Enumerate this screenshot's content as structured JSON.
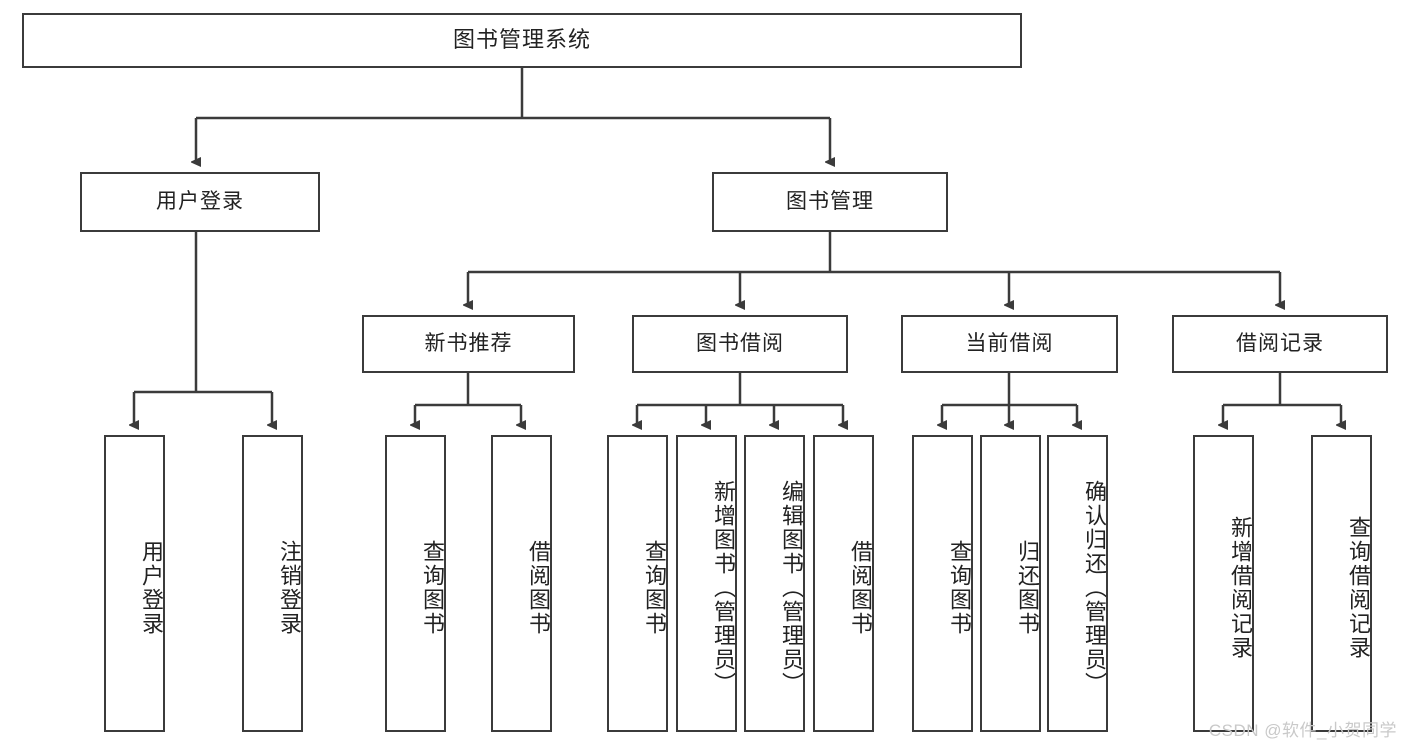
{
  "diagram": {
    "title": "图书管理系统",
    "type": "hierarchy-tree",
    "root": {
      "id": "root",
      "label": "图书管理系统"
    },
    "level2": [
      {
        "id": "login",
        "label": "用户登录"
      },
      {
        "id": "bookmgmt",
        "label": "图书管理"
      }
    ],
    "level3": [
      {
        "id": "newbook",
        "label": "新书推荐",
        "parent": "bookmgmt"
      },
      {
        "id": "borrow",
        "label": "图书借阅",
        "parent": "bookmgmt"
      },
      {
        "id": "current",
        "label": "当前借阅",
        "parent": "bookmgmt"
      },
      {
        "id": "record",
        "label": "借阅记录",
        "parent": "bookmgmt"
      }
    ],
    "leaves": [
      {
        "id": "leaf-user-login",
        "label": "用户登录",
        "parent": "login"
      },
      {
        "id": "leaf-logout",
        "label": "注销登录",
        "parent": "login"
      },
      {
        "id": "leaf-query-book-1",
        "label": "查询图书",
        "parent": "newbook"
      },
      {
        "id": "leaf-borrow-book-1",
        "label": "借阅图书",
        "parent": "newbook"
      },
      {
        "id": "leaf-query-book-2",
        "label": "查询图书",
        "parent": "borrow"
      },
      {
        "id": "leaf-add-book",
        "label": "新增图书（管理员）",
        "parent": "borrow"
      },
      {
        "id": "leaf-edit-book",
        "label": "编辑图书（管理员）",
        "parent": "borrow"
      },
      {
        "id": "leaf-borrow-book-2",
        "label": "借阅图书",
        "parent": "borrow"
      },
      {
        "id": "leaf-query-book-3",
        "label": "查询图书",
        "parent": "current"
      },
      {
        "id": "leaf-return-book",
        "label": "归还图书",
        "parent": "current"
      },
      {
        "id": "leaf-confirm-return",
        "label": "确认归还（管理员）",
        "parent": "current"
      },
      {
        "id": "leaf-add-record",
        "label": "新增借阅记录",
        "parent": "record"
      },
      {
        "id": "leaf-query-record",
        "label": "查询借阅记录",
        "parent": "record"
      }
    ]
  },
  "watermark": {
    "text": "CSDN @软件_小贺同学"
  },
  "colors": {
    "stroke": "#3b3b3b",
    "background": "#ffffff",
    "text": "#222222",
    "watermark": "#c9c9c9"
  }
}
